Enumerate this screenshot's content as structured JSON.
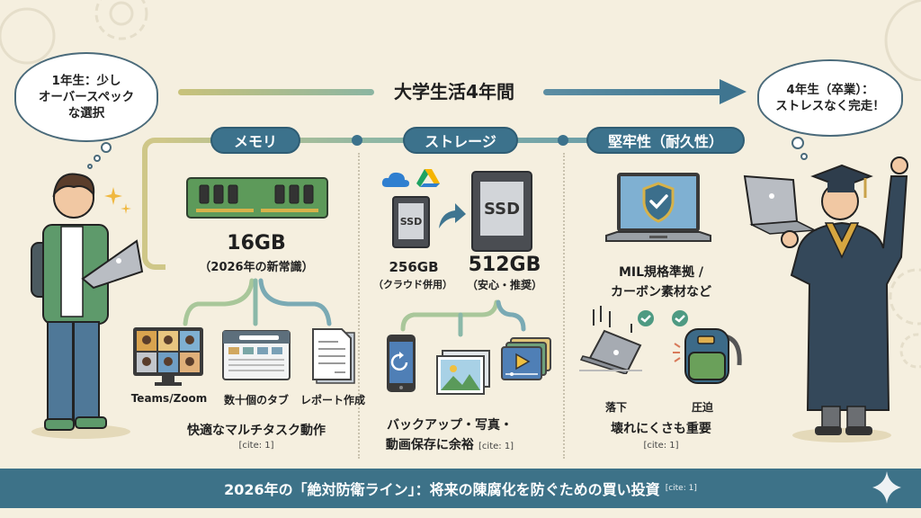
{
  "timeline": {
    "title": "大学生活4年間",
    "start_thought": [
      "1年生：少し",
      "オーバースペック",
      "な選択"
    ],
    "end_thought": [
      "4年生（卒業）：",
      "ストレスなく完走！"
    ]
  },
  "sections": {
    "memory": {
      "label": "メモリ",
      "icon": "ram-module-icon",
      "value": "16GB",
      "note": "（2026年の新常識）",
      "uses": [
        {
          "icon": "video-conference-icon",
          "label": "Teams/Zoom"
        },
        {
          "icon": "browser-tabs-icon",
          "label": "数十個のタブ"
        },
        {
          "icon": "document-icon",
          "label": "レポート作成"
        }
      ],
      "caption": "快適なマルチタスク動作",
      "cite": "[cite: 1]"
    },
    "storage": {
      "label": "ストレージ",
      "cloud_icons": [
        "onedrive-icon",
        "google-drive-icon"
      ],
      "small_ssd_label": "SSD",
      "large_ssd_label": "SSD",
      "small_value": "256GB",
      "small_note": "（クラウド併用）",
      "large_value": "512GB",
      "large_note": "（安心・推奨）",
      "uses": [
        {
          "icon": "phone-backup-icon"
        },
        {
          "icon": "photos-icon"
        },
        {
          "icon": "videos-icon"
        }
      ],
      "caption_line1": "バックアップ・写真・",
      "caption_line2": "動画保存に余裕",
      "cite": "[cite: 1]"
    },
    "durability": {
      "label": "堅牢性（耐久性）",
      "icon": "shield-laptop-icon",
      "line1": "MIL規格準拠 /",
      "line2": "カーボン素材など",
      "tests": [
        {
          "icon": "falling-laptop-icon",
          "label": "落下"
        },
        {
          "icon": "backpack-pressure-icon",
          "label": "圧迫"
        }
      ],
      "caption": "壊れにくさも重要",
      "cite": "[cite: 1]"
    }
  },
  "footer": {
    "text": "2026年の「絶対防衛ライン」：将来の陳腐化を防ぐための買い投資",
    "cite": "[cite: 1]"
  },
  "colors": {
    "background": "#f5efdf",
    "accent_blue": "#3c728c",
    "footer_bg": "#3d7288",
    "ram_green": "#5d9a5a"
  }
}
